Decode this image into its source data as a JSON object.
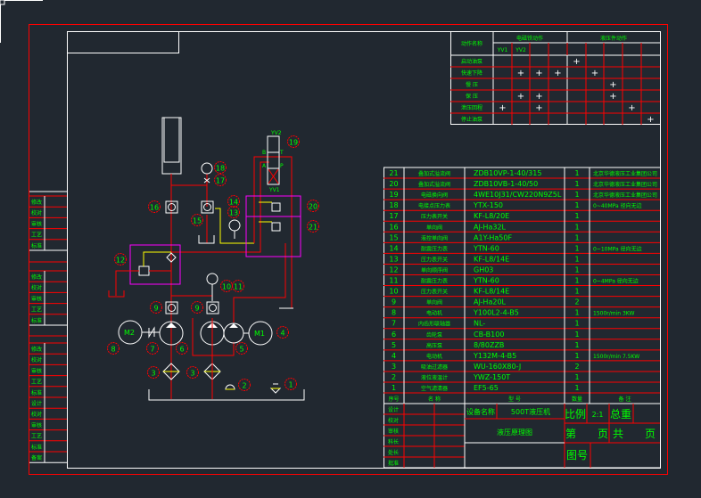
{
  "colors": {
    "background": "#212830",
    "frame_red": "#ff0000",
    "line_white": "#ffffff",
    "text_green": "#00ff00",
    "pilot_yellow": "#ffff00",
    "module_magenta": "#ff00ff"
  },
  "left_revision_blocks": [
    [
      "修改",
      "校对",
      "审核",
      "工艺",
      "标准"
    ],
    [
      "修改",
      "校对",
      "审核",
      "工艺",
      "标准"
    ],
    [
      "修改",
      "校对",
      "审核",
      "工艺",
      "标准",
      "设计",
      "校对",
      "审核",
      "工艺",
      "标准",
      "备案"
    ]
  ],
  "action_table": {
    "header": "动作名称",
    "group_electric": "电磁铁动作",
    "group_hydraulic": "液压件动作",
    "sub_columns": [
      "YV1",
      "YV2"
    ],
    "rows": [
      {
        "label": "启动油泵",
        "marks": [
          0,
          0,
          0,
          0,
          1,
          0,
          0,
          0,
          0
        ]
      },
      {
        "label": "快速下降",
        "marks": [
          0,
          1,
          1,
          1,
          0,
          1,
          0,
          0,
          0
        ]
      },
      {
        "label": "慢 压",
        "marks": [
          0,
          0,
          0,
          0,
          0,
          0,
          1,
          0,
          0
        ]
      },
      {
        "label": "保 压",
        "marks": [
          0,
          1,
          1,
          0,
          0,
          0,
          1,
          0,
          0
        ]
      },
      {
        "label": "泄压回程",
        "marks": [
          1,
          0,
          1,
          0,
          0,
          0,
          0,
          1,
          0
        ]
      },
      {
        "label": "停止油泵",
        "marks": [
          0,
          0,
          0,
          0,
          0,
          0,
          0,
          0,
          1
        ]
      }
    ],
    "mark_symbol": "+"
  },
  "parts_table": {
    "columns": [
      "序号",
      "名 称",
      "型 号",
      "数量",
      "备 注"
    ],
    "rows": [
      {
        "no": "21",
        "name": "叠加式溢流阀",
        "model": "ZDB10VP-1-40/315",
        "qty": "1",
        "note": "北京华德液压工业集团公司"
      },
      {
        "no": "20",
        "name": "叠加式溢流阀",
        "model": "ZDB10VB-1-40/50",
        "qty": "1",
        "note": "北京华德液压工业集团公司"
      },
      {
        "no": "19",
        "name": "电磁换向阀",
        "model": "4WE10J31/CW220N9Z5L",
        "qty": "1",
        "note": "北京华德液压工业集团公司"
      },
      {
        "no": "18",
        "name": "电接点压力表",
        "model": "YTX-150",
        "qty": "1",
        "note": "0~40MPa 径向无边"
      },
      {
        "no": "17",
        "name": "压力表开关",
        "model": "KF-L8/20E",
        "qty": "1",
        "note": ""
      },
      {
        "no": "16",
        "name": "单向阀",
        "model": "AJ-Ha32L",
        "qty": "1",
        "note": ""
      },
      {
        "no": "15",
        "name": "液控单向阀",
        "model": "A1Y-Ha50F",
        "qty": "1",
        "note": ""
      },
      {
        "no": "14",
        "name": "耐震压力表",
        "model": "YTN-60",
        "qty": "1",
        "note": "0~10MPa 径向无边"
      },
      {
        "no": "13",
        "name": "压力表开关",
        "model": "KF-L8/14E",
        "qty": "1",
        "note": ""
      },
      {
        "no": "12",
        "name": "单向顺序阀",
        "model": "GH03",
        "qty": "1",
        "note": ""
      },
      {
        "no": "11",
        "name": "耐震压力表",
        "model": "YTN-60",
        "qty": "1",
        "note": "0~4MPa 径向无边"
      },
      {
        "no": "10",
        "name": "压力表开关",
        "model": "KF-L8/14E",
        "qty": "1",
        "note": ""
      },
      {
        "no": "9",
        "name": "单向阀",
        "model": "AJ-Ha20L",
        "qty": "2",
        "note": ""
      },
      {
        "no": "8",
        "name": "电动机",
        "model": "Y100L2-4-B5",
        "qty": "1",
        "note": "1500r/min 3KW"
      },
      {
        "no": "7",
        "name": "内齿形联轴器",
        "model": "NL-",
        "qty": "1",
        "note": ""
      },
      {
        "no": "6",
        "name": "齿轮泵",
        "model": "CB-B100",
        "qty": "1",
        "note": ""
      },
      {
        "no": "5",
        "name": "高压泵",
        "model": "8/80ZZB",
        "qty": "1",
        "note": ""
      },
      {
        "no": "4",
        "name": "电动机",
        "model": "Y132M-4-B5",
        "qty": "1",
        "note": "1500r/min 7.5KW"
      },
      {
        "no": "3",
        "name": "吸油过滤器",
        "model": "WU-160X80-J",
        "qty": "2",
        "note": ""
      },
      {
        "no": "2",
        "name": "液位液温计",
        "model": "YWZ-150T",
        "qty": "1",
        "note": ""
      },
      {
        "no": "1",
        "name": "空气滤清器",
        "model": "EF5-65",
        "qty": "1",
        "note": ""
      }
    ]
  },
  "title_block": {
    "sign_rows": [
      "设计",
      "校对",
      "审核",
      "科长",
      "处长",
      "批准"
    ],
    "equipment_label": "设备名称",
    "equipment_name": "500T液压机",
    "drawing_title": "液压原理图",
    "scale_label": "比例",
    "scale_value": "2:1",
    "weight_label": "总重",
    "sheet_label": "第　　页",
    "total_label": "共　　页",
    "drawing_no_label": "图号"
  },
  "schematic": {
    "callouts": [
      "1",
      "2",
      "3",
      "3",
      "4",
      "5",
      "6",
      "7",
      "8",
      "9",
      "9",
      "10",
      "11",
      "12",
      "13",
      "14",
      "15",
      "16",
      "17",
      "18",
      "19",
      "20",
      "21"
    ],
    "motor_labels": {
      "m1": "M1",
      "m2": "M2"
    },
    "valve_port_labels": {
      "b": "B",
      "t": "T",
      "a": "A",
      "p": "P",
      "yv1": "YV1",
      "yv2": "YV2"
    }
  }
}
